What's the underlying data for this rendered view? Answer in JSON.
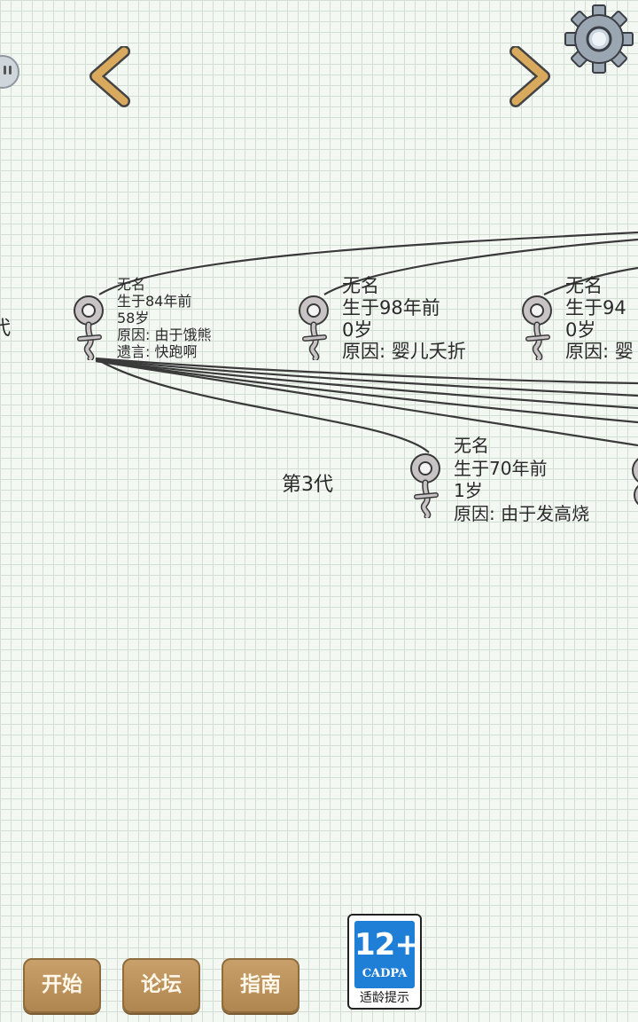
{
  "generation_prev_fragment": "代",
  "generation_label": "第3代",
  "members": [
    {
      "name": "无名",
      "born": "生于84年前",
      "age": "58岁",
      "cause": "原因: 由于饿熊",
      "last_words": "遗言: 快跑啊"
    },
    {
      "name": "无名",
      "born": "生于98年前",
      "age": "0岁",
      "cause": "原因: 婴儿夭折"
    },
    {
      "name": "无名",
      "born": "生于94",
      "age": "0岁",
      "cause": "原因: 婴"
    },
    {
      "name": "无名",
      "born": "生于70年前",
      "age": "1岁",
      "cause": "原因: 由于发高烧"
    }
  ],
  "buttons": {
    "start": "开始",
    "forum": "论坛",
    "guide": "指南"
  },
  "age_rating": {
    "age": "12+",
    "org": "CADPA",
    "tip": "适龄提示"
  },
  "icons": {
    "prev": "chevron-left-icon",
    "next": "chevron-right-icon",
    "settings": "gear-icon",
    "member": "female-symbol-icon"
  },
  "colors": {
    "button": "#b99063",
    "badge_blue": "#1f7fd6",
    "arrow": "#d2a45c"
  }
}
